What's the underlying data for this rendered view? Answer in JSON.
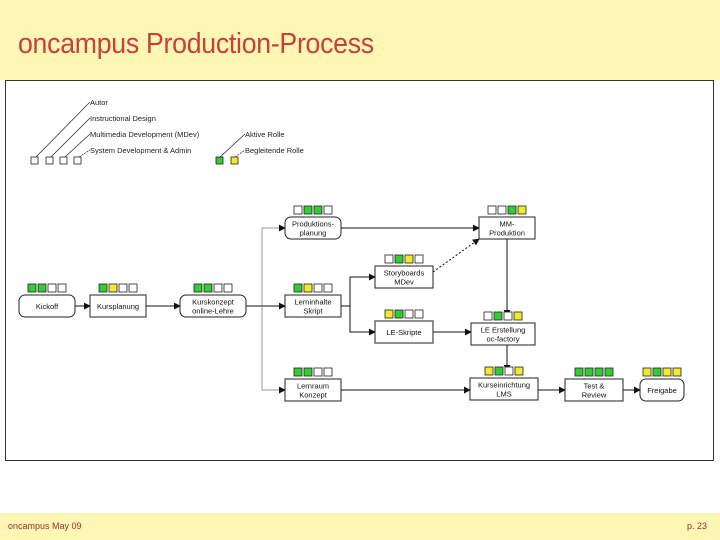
{
  "slide": {
    "title": "oncampus Production-Process",
    "footer_left": "oncampus May 09",
    "footer_right": "p. 23"
  },
  "colors": {
    "title": "#c8403a",
    "band": "#fdf6b5",
    "active": "#33cc33",
    "supporting": "#f2e82e",
    "none": "#ffffff"
  },
  "legend": {
    "roles": [
      "Autor",
      "Instructional Design",
      "Multimedia Development (MDev)",
      "System Development & Admin"
    ],
    "states": [
      "Aktive Rolle",
      "Begleitende Rolle"
    ]
  },
  "nodes": [
    {
      "id": "kickoff",
      "label": [
        "Kickoff"
      ],
      "shape": "rounded",
      "roles": [
        "active",
        "active",
        "none",
        "none"
      ]
    },
    {
      "id": "kursplanung",
      "label": [
        "Kursplanung"
      ],
      "shape": "rect",
      "roles": [
        "active",
        "supporting",
        "none",
        "none"
      ]
    },
    {
      "id": "kurskonzept",
      "label": [
        "Kurskonzept",
        "online-Lehre"
      ],
      "shape": "rounded",
      "roles": [
        "active",
        "active",
        "none",
        "none"
      ]
    },
    {
      "id": "produktionsplanung",
      "label": [
        "Produktions-",
        "planung"
      ],
      "shape": "rounded",
      "roles": [
        "none",
        "active",
        "active",
        "none"
      ]
    },
    {
      "id": "lerninhalte",
      "label": [
        "Lerninhalte",
        "Skript"
      ],
      "shape": "rect",
      "roles": [
        "active",
        "supporting",
        "none",
        "none"
      ]
    },
    {
      "id": "lernraum",
      "label": [
        "Lernraum",
        "Konzept"
      ],
      "shape": "rect",
      "roles": [
        "active",
        "active",
        "none",
        "none"
      ]
    },
    {
      "id": "storyboards",
      "label": [
        "Storyboards",
        "MDev"
      ],
      "shape": "rect",
      "roles": [
        "none",
        "active",
        "supporting",
        "none"
      ]
    },
    {
      "id": "le-skripte",
      "label": [
        "LE-Skripte"
      ],
      "shape": "rect",
      "roles": [
        "supporting",
        "active",
        "none",
        "none"
      ]
    },
    {
      "id": "mm-produktion",
      "label": [
        "MM-",
        "Produktion"
      ],
      "shape": "rect",
      "roles": [
        "none",
        "none",
        "active",
        "supporting"
      ]
    },
    {
      "id": "le-erstellung",
      "label": [
        "LE Erstellung",
        "oc-factory"
      ],
      "shape": "rect",
      "roles": [
        "none",
        "active",
        "none",
        "supporting"
      ]
    },
    {
      "id": "kurseinrichtung",
      "label": [
        "Kurseinrichtung",
        "LMS"
      ],
      "shape": "rect",
      "roles": [
        "supporting",
        "active",
        "none",
        "supporting"
      ]
    },
    {
      "id": "test-review",
      "label": [
        "Test &",
        "Review"
      ],
      "shape": "rect",
      "roles": [
        "active",
        "active",
        "active",
        "active"
      ]
    },
    {
      "id": "freigabe",
      "label": [
        "Freigabe"
      ],
      "shape": "rounded",
      "roles": [
        "supporting",
        "active",
        "supporting",
        "supporting"
      ]
    }
  ],
  "edges": [
    {
      "from": "kickoff",
      "to": "kursplanung",
      "style": "solid"
    },
    {
      "from": "kursplanung",
      "to": "kurskonzept",
      "style": "solid"
    },
    {
      "from": "kurskonzept",
      "to": "produktionsplanung",
      "style": "solid"
    },
    {
      "from": "kurskonzept",
      "to": "lerninhalte",
      "style": "solid"
    },
    {
      "from": "kurskonzept",
      "to": "lernraum",
      "style": "solid"
    },
    {
      "from": "produktionsplanung",
      "to": "mm-produktion",
      "style": "solid"
    },
    {
      "from": "lerninhalte",
      "to": "storyboards",
      "style": "solid"
    },
    {
      "from": "lerninhalte",
      "to": "le-skripte",
      "style": "solid"
    },
    {
      "from": "storyboards",
      "to": "mm-produktion",
      "style": "dashed"
    },
    {
      "from": "mm-produktion",
      "to": "le-erstellung",
      "style": "solid"
    },
    {
      "from": "le-skripte",
      "to": "le-erstellung",
      "style": "solid"
    },
    {
      "from": "le-erstellung",
      "to": "kurseinrichtung",
      "style": "solid"
    },
    {
      "from": "lernraum",
      "to": "kurseinrichtung",
      "style": "solid"
    },
    {
      "from": "kurseinrichtung",
      "to": "test-review",
      "style": "solid"
    },
    {
      "from": "test-review",
      "to": "freigabe",
      "style": "solid"
    }
  ]
}
